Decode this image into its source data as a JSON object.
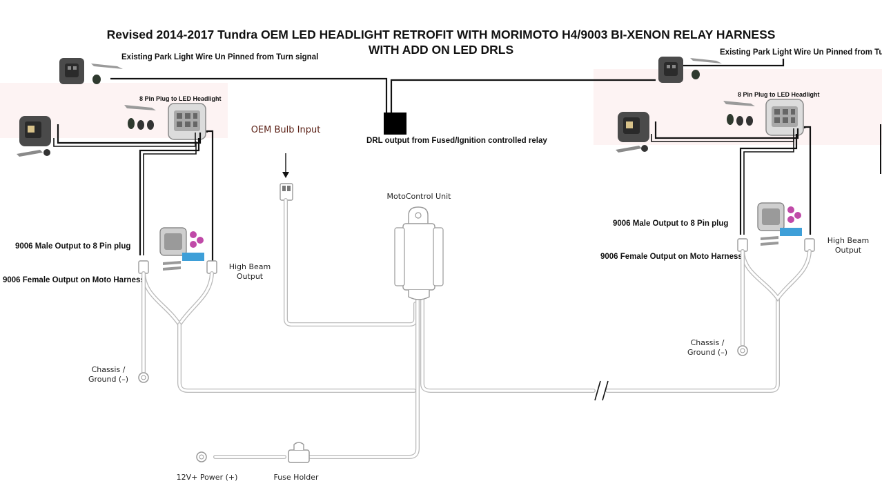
{
  "title": {
    "line1": "Revised 2014-2017 Tundra OEM LED HEADLIGHT RETROFIT WITH MORIMOTO H4/9003 BI-XENON RELAY HARNESS",
    "line2": "WITH ADD ON LED DRLS"
  },
  "left": {
    "park_light": "Existing Park Light Wire Un Pinned from Turn signal",
    "plug_8pin": "8 Pin Plug to LED Headlight",
    "male_output": "9006 Male Output to 8 Pin plug",
    "female_output": "9006 Female Output on Moto Harness",
    "high_beam": [
      "High Beam",
      "Output"
    ],
    "chassis": [
      "Chassis /",
      "Ground (–)"
    ]
  },
  "right": {
    "park_light": "Existing Park Light Wire Un Pinned from Turn",
    "plug_8pin": "8 Pin Plug to LED Headlight",
    "male_output": "9006 Male Output to 8 Pin plug",
    "female_output": "9006 Female Output on Moto Harness",
    "high_beam": [
      "High Beam",
      "Output"
    ],
    "chassis": [
      "Chassis /",
      "Ground (–)"
    ]
  },
  "center": {
    "oem_bulb_input": "OEM Bulb Input",
    "drl_output": "DRL output from Fused/Ignition controlled relay",
    "moto_control": "MotoControl Unit",
    "power": "12V+ Power (+)",
    "fuse_holder": "Fuse Holder"
  },
  "colors": {
    "wire": "#111111",
    "harness": "#b9b9b9",
    "connector_dark": "#4a4a4a",
    "connector_light": "#dcdcdc",
    "pin_pink": "#c04aa8",
    "pin_blue": "#3e9fd8",
    "oem_label": "#5a1f14"
  }
}
